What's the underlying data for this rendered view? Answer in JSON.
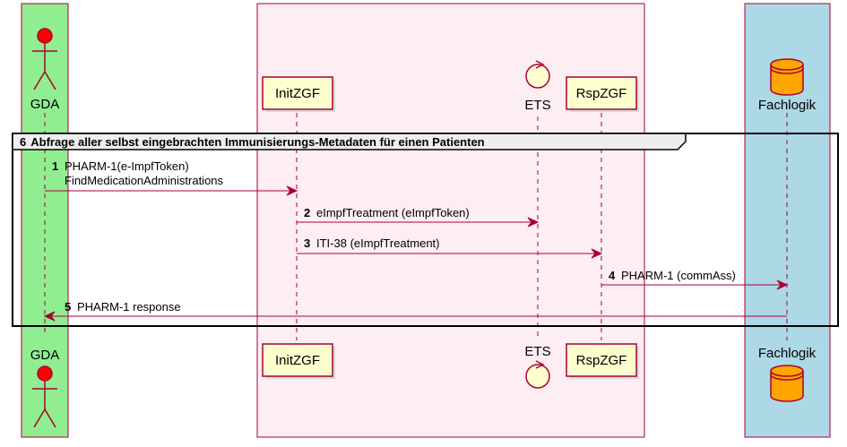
{
  "colors": {
    "gda_box": "#90ee90",
    "zgf_box": "#fdeef2",
    "fach_box": "#add8e6",
    "participant_fill": "#fefece",
    "accent": "#a80036",
    "actor_head": "#ff0000",
    "database_fill": "#ffa500"
  },
  "participants": {
    "gda": "GDA",
    "initzgf": "InitZGF",
    "ets": "ETS",
    "rspzgf": "RspZGF",
    "fachlogik": "Fachlogik"
  },
  "frame": {
    "number": "6",
    "title": "Abfrage aller selbst eingebrachten Immunisierungs-Metadaten für einen Patienten"
  },
  "messages": [
    {
      "number": "1",
      "line1": "PHARM-1(e-ImpfToken)",
      "line2": "FindMedicationAdministrations"
    },
    {
      "number": "2",
      "line1": "eImpfTreatment (eImpfToken)"
    },
    {
      "number": "3",
      "line1": "ITI-38 (eImpfTreatment)"
    },
    {
      "number": "4",
      "line1": "PHARM-1 (commAss)"
    },
    {
      "number": "5",
      "line1": "PHARM-1 response"
    }
  ]
}
